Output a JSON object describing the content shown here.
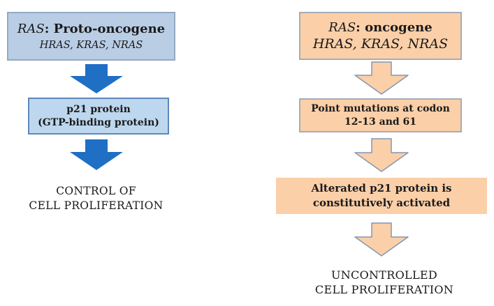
{
  "colors": {
    "blue_box_fill": "#B9CDE5",
    "blue_box_border": "#93A9C3",
    "blue_box2_fill": "#BDD7EE",
    "blue_box2_border": "#5E87BC",
    "blue_arrow": "#1F6FC4",
    "peach_fill": "#FBCFA8",
    "peach_box_border": "#A7ABB3",
    "peach_arrow_outline": "#8496B0",
    "text": "#1A1A1A"
  },
  "left_column": {
    "top_box": {
      "gene": "RAS",
      "rest": ": Proto-oncogene",
      "genes_list": "HRAS, KRAS, NRAS"
    },
    "protein_box": {
      "line1": "p21 protein",
      "line2": "(GTP-binding protein)"
    },
    "outcome": {
      "line1": "CONTROL OF",
      "line2": "CELL PROLIFERATION"
    }
  },
  "right_column": {
    "top_box": {
      "gene": "RAS",
      "rest": ": oncogene",
      "genes_list": "HRAS, KRAS, NRAS"
    },
    "mutation_box": {
      "line1": "Point mutations at codon",
      "line2": "12-13 and 61"
    },
    "p21_box": {
      "line1": "Alterated p21 protein is",
      "line2": "constitutively activated"
    },
    "outcome": {
      "line1": "UNCONTROLLED",
      "line2": "CELL PROLIFERATION"
    }
  }
}
